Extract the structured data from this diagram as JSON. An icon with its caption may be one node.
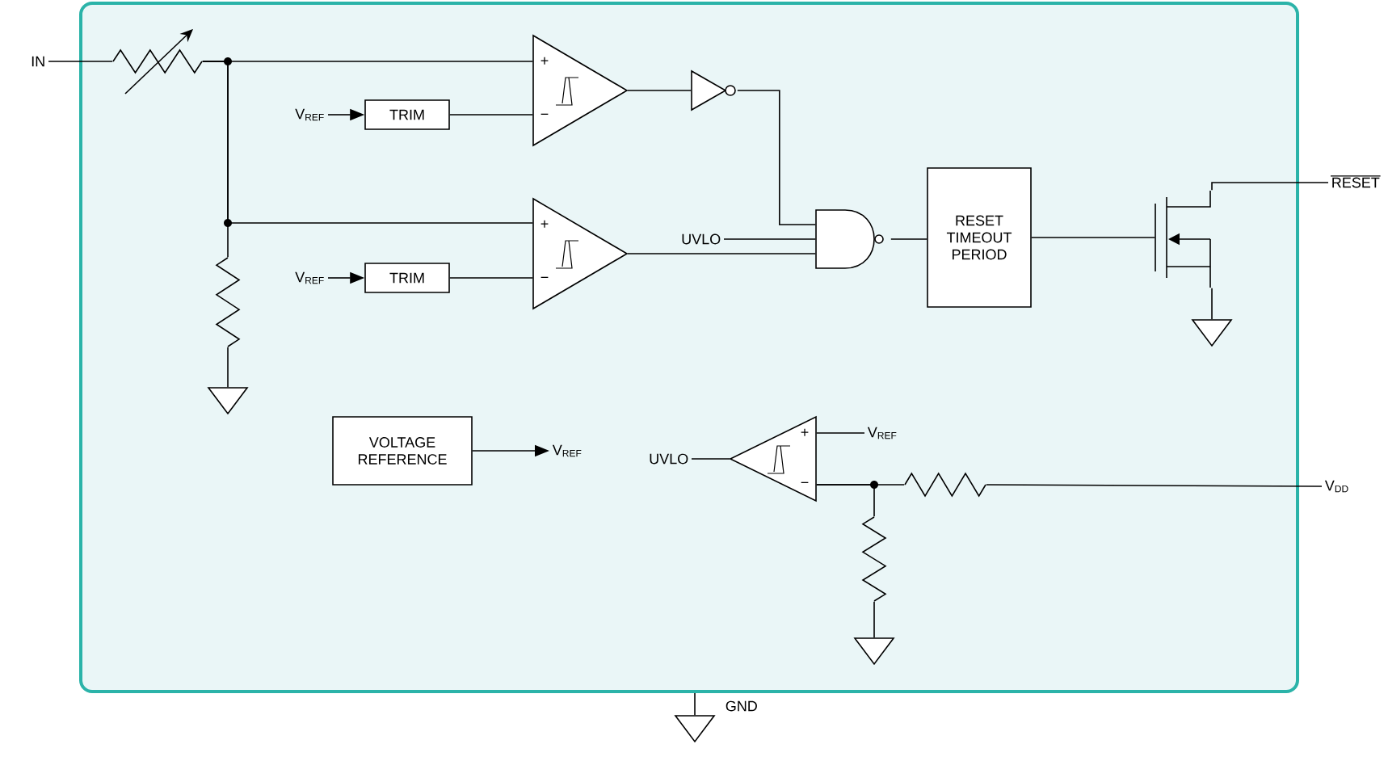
{
  "diagram": {
    "nodes": [
      {
        "text": [],
        "shape": "box"
      },
      {
        "text": [
          "TRIM"
        ],
        "in": 0
      },
      {
        "text": [
          "TRIM"
        ],
        "in": 0
      },
      {
        "text": [
          "+",
          "−"
        ],
        "in": 0
      },
      {
        "text": [
          "+",
          "−"
        ],
        "in": 0
      },
      {
        "text": [],
        "shape": "triangle",
        "in": 0
      },
      {
        "text": [],
        "shape": "gate",
        "in": 0
      },
      {
        "text": [
          "RESET TIMEOUT PERIOD"
        ],
        "in": 0
      },
      {
        "text": [
          "VOLTAGE REFERENCE"
        ],
        "in": 0
      },
      {
        "text": [
          "+",
          "−"
        ],
        "in": 0
      },
      {
        "text": [],
        "shape": "transistor",
        "in": 0
      },
      {
        "text": [
          "V$_{REF}$"
        ],
        "in": 0
      },
      {
        "text": [
          "V$_{REF}$"
        ],
        "in": 0
      },
      {
        "text": [
          "V$_{REF}$"
        ],
        "in": 0
      },
      {
        "text": [
          "UVLO"
        ],
        "in": 0
      },
      {
        "text": [
          "UVLO"
        ],
        "in": 0
      },
      {
        "text": [
          "V$_{REF}$"
        ],
        "in": 0
      },
      {
        "text": [],
        "shape": "resistor",
        "in": 0
      },
      {
        "text": [],
        "shape": "resistor",
        "in": 0
      },
      {
        "text": [],
        "shape": "ground",
        "in": 0
      },
      {
        "text": [],
        "shape": "ground",
        "in": 0
      },
      {
        "text": [],
        "shape": "resistor",
        "in": 0
      },
      {
        "text": [],
        "shape": "resistor",
        "in": 0
      },
      {
        "text": [],
        "shape": "ground",
        "in": 0
      },
      {
        "text": [],
        "shape": "ground",
        "beside": [
          "GND"
        ]
      },
      {
        "text": [
          "IN"
        ]
      },
      {
        "text": [
          "RESET"
        ]
      },
      {
        "text": [
          "V$_{DD}$"
        ]
      }
    ],
    "edges": [
      {
        "from": 11,
        "to": 1,
        "arrow": "to"
      },
      {
        "from": 12,
        "to": 2,
        "arrow": "to"
      },
      {
        "from": 1,
        "to": 3,
        "arrow": "none"
      },
      {
        "from": 2,
        "to": 4,
        "arrow": "none"
      },
      {
        "from": 3,
        "to": 5,
        "arrow": "none"
      },
      {
        "from": 5,
        "to": 6,
        "arrow": "none"
      },
      {
        "from": 14,
        "to": 6,
        "arrow": "none"
      },
      {
        "from": 4,
        "to": 6,
        "arrow": "none"
      },
      {
        "from": 6,
        "to": 7,
        "arrow": "none"
      },
      {
        "from": 7,
        "to": 10,
        "arrow": "none"
      },
      {
        "from": 8,
        "to": 13,
        "arrow": "to"
      },
      {
        "from": 9,
        "to": 15,
        "arrow": "none"
      },
      {
        "from": 9,
        "to": 16,
        "arrow": "none"
      },
      {
        "from": 25,
        "to": 17,
        "arrow": "none"
      },
      {
        "from": 17,
        "to": 3,
        "arrow": "none"
      },
      {
        "from": 17,
        "to": 4,
        "arrow": "none"
      },
      {
        "from": 17,
        "to": 18,
        "arrow": "none"
      },
      {
        "from": 18,
        "to": 19,
        "arrow": "none"
      },
      {
        "from": 10,
        "to": 20,
        "arrow": "none"
      },
      {
        "from": 10,
        "to": 26,
        "arrow": "none"
      },
      {
        "from": 9,
        "to": 21,
        "arrow": "none"
      },
      {
        "from": 9,
        "to": 22,
        "arrow": "none"
      },
      {
        "from": 22,
        "to": 23,
        "arrow": "none"
      },
      {
        "from": 21,
        "to": 27,
        "arrow": "none"
      },
      {
        "from": 0,
        "to": 24,
        "arrow": "none"
      }
    ]
  }
}
